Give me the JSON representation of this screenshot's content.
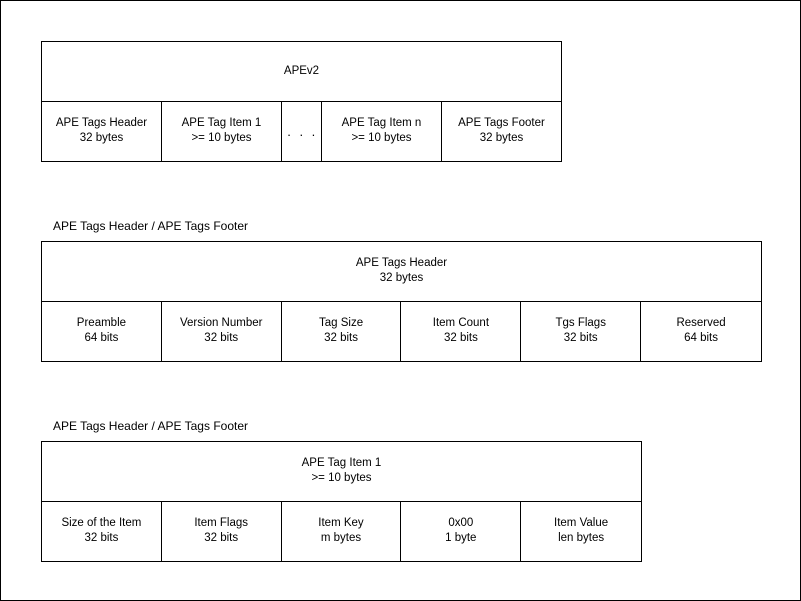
{
  "diagrams": [
    {
      "id": "apev2",
      "caption": null,
      "title": [
        "APEv2"
      ],
      "cells": [
        {
          "lines": [
            "APE Tags Header",
            "32 bytes"
          ],
          "kind": "field"
        },
        {
          "lines": [
            "APE Tag Item 1",
            ">= 10 bytes"
          ],
          "kind": "field"
        },
        {
          "lines": [
            ". . ."
          ],
          "kind": "ellipsis"
        },
        {
          "lines": [
            "APE Tag Item n",
            ">= 10 bytes"
          ],
          "kind": "field"
        },
        {
          "lines": [
            "APE Tags Footer",
            "32 bytes"
          ],
          "kind": "field"
        }
      ]
    },
    {
      "id": "header",
      "caption": "APE Tags Header / APE Tags Footer",
      "title": [
        "APE Tags Header",
        "32 bytes"
      ],
      "cells": [
        {
          "lines": [
            "Preamble",
            "64 bits"
          ],
          "kind": "field"
        },
        {
          "lines": [
            "Version Number",
            "32 bits"
          ],
          "kind": "field"
        },
        {
          "lines": [
            "Tag Size",
            "32 bits"
          ],
          "kind": "field"
        },
        {
          "lines": [
            "Item Count",
            "32 bits"
          ],
          "kind": "field"
        },
        {
          "lines": [
            "Tgs Flags",
            "32 bits"
          ],
          "kind": "field"
        },
        {
          "lines": [
            "Reserved",
            "64 bits"
          ],
          "kind": "field"
        }
      ]
    },
    {
      "id": "item",
      "caption": "APE Tags Header / APE Tags Footer",
      "title": [
        "APE Tag Item 1",
        ">= 10 bytes"
      ],
      "cells": [
        {
          "lines": [
            "Size of the Item",
            "32 bits"
          ],
          "kind": "field"
        },
        {
          "lines": [
            "Item Flags",
            "32 bits"
          ],
          "kind": "field"
        },
        {
          "lines": [
            "Item Key",
            "m bytes"
          ],
          "kind": "field"
        },
        {
          "lines": [
            "0x00",
            "1 byte"
          ],
          "kind": "field"
        },
        {
          "lines": [
            "Item Value",
            "len bytes"
          ],
          "kind": "field"
        }
      ]
    }
  ],
  "colors": {
    "stroke": "#000000",
    "background": "#ffffff",
    "text": "#000000"
  }
}
